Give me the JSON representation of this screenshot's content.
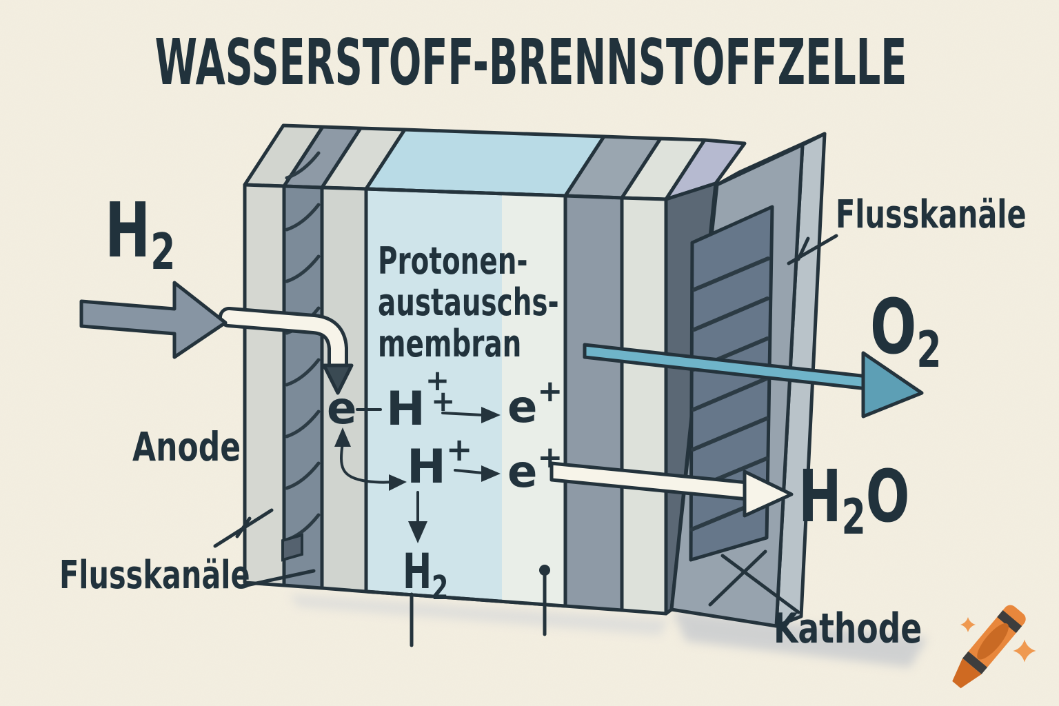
{
  "title": "WASSERSTOFF-BRENNSTOFFZELLE",
  "cell": {
    "membrane_label": [
      "Protonen-",
      "austauschs-",
      "membran"
    ],
    "anode_label": "Anode",
    "cathode_label": "Kathode",
    "flow_channels_left_label": "Flusskanäle",
    "flow_channels_right_label": "Flusskanäle"
  },
  "flows": {
    "hydrogen_in": {
      "base": "H",
      "sub": "2"
    },
    "oxygen_out": {
      "base": "O",
      "sub": "2"
    },
    "water_out": {
      "base": "H",
      "sub": "2",
      "tail": "O"
    },
    "hydrogen_bottom": {
      "base": "H",
      "sub": "2"
    }
  },
  "reactions": {
    "row1": {
      "electron": "e",
      "proton": "H",
      "proton_plus_top": "+",
      "proton_plus_bottom": "+",
      "product": "e",
      "product_plus": "+"
    },
    "row2": {
      "proton": "H",
      "proton_plus": "+",
      "product": "e",
      "product_plus": "+"
    }
  },
  "colors": {
    "paper": "#f4efe1",
    "ink": "#24333c",
    "membrane_blue": "#cfe4ea",
    "membrane_pale": "#e9eee8",
    "membrane_top": "#b9dbe6",
    "plate_gray": "#97a3ae",
    "plate_light": "#d6d9d3",
    "channel_strip": "#7c8b99",
    "recess_gray": "#66778a",
    "gap_dark": "#5b6875",
    "lavender_top": "#b6bad0",
    "arrow_gray": "#8795a3",
    "arrow_blue": "#6fb4c9",
    "arrow_blue_head": "#5d9fb5",
    "arrow_white": "#f7f4e9",
    "crayon_orange": "#e8873c",
    "crayon_dark": "#c96a24",
    "sparkle": "#ef9950"
  },
  "icons": {
    "crayon": "crayon-icon",
    "sparkles": "sparkle-icon"
  }
}
